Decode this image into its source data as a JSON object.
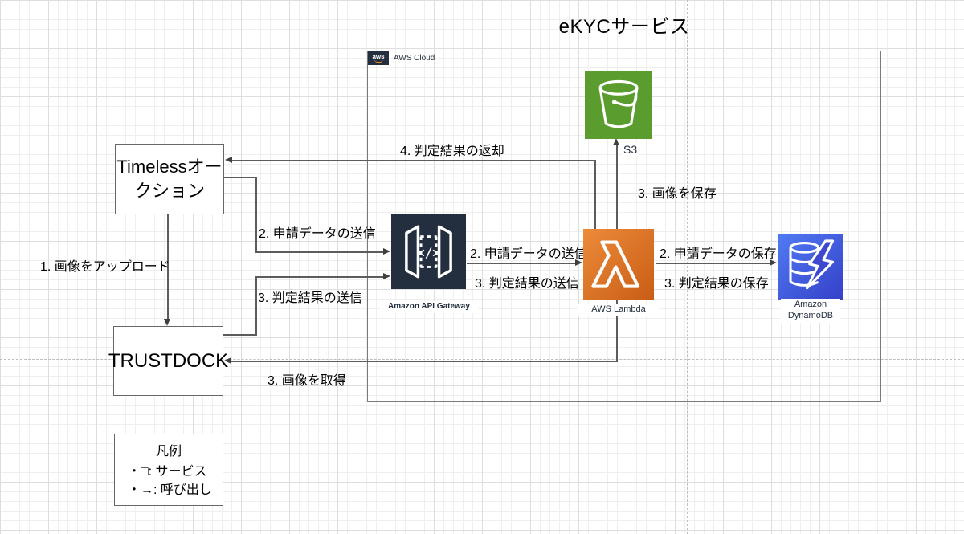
{
  "title": "eKYCサービス",
  "aws_cloud": {
    "logo": "aws",
    "label": "AWS Cloud"
  },
  "nodes": {
    "timeless": {
      "label": "Timelessオークション"
    },
    "trustdock": {
      "label": "TRUSTDOCK"
    },
    "s3": {
      "caption": "S3"
    },
    "api_gateway": {
      "caption": "Amazon API Gateway",
      "glyph": "</>"
    },
    "lambda": {
      "caption": "AWS Lambda"
    },
    "dynamodb": {
      "caption": "Amazon DynamoDB"
    }
  },
  "edges": {
    "upload_image": {
      "label": "1. 画像をアップロード"
    },
    "send_request_to_gw": {
      "label": "2. 申請データの送信"
    },
    "send_result_to_gw": {
      "label": "3. 判定結果の送信"
    },
    "return_result": {
      "label": "4. 判定結果の返却"
    },
    "send_request_to_lambda": {
      "label": "2. 申請データの送信"
    },
    "send_result_to_lambda": {
      "label": "3. 判定結果の送信"
    },
    "save_request": {
      "label": "2. 申請データの保存"
    },
    "save_result": {
      "label": "3. 判定結果の保存"
    },
    "save_image": {
      "label": "3. 画像を保存"
    },
    "get_image": {
      "label": "3. 画像を取得"
    }
  },
  "legend": {
    "title": "凡例",
    "items": [
      "・□: サービス",
      "・→: 呼び出し"
    ]
  },
  "colors": {
    "s3_green": "#5b9c2f",
    "lambda_orange": "#dd7526",
    "api_gateway_navy": "#232f3e",
    "dynamodb_blue": "#4560e8",
    "connector_gray": "#5c5c5c"
  }
}
